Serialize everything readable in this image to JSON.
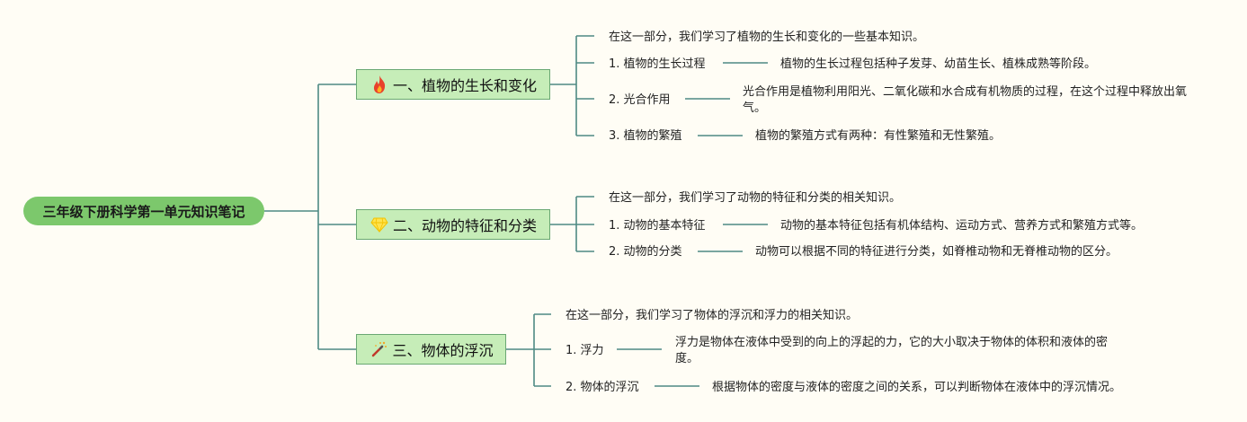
{
  "root": {
    "title": "三年级下册科学第一单元知识笔记"
  },
  "branches": [
    {
      "title": "一、植物的生长和变化",
      "icon": "fire-icon",
      "intro": "在这一部分，我们学习了植物的生长和变化的一些基本知识。",
      "items": [
        {
          "label": "1. 植物的生长过程",
          "desc": "植物的生长过程包括种子发芽、幼苗生长、植株成熟等阶段。"
        },
        {
          "label": "2. 光合作用",
          "desc": "光合作用是植物利用阳光、二氧化碳和水合成有机物质的过程，在这个过程中释放出氧气。"
        },
        {
          "label": "3. 植物的繁殖",
          "desc": "植物的繁殖方式有两种：有性繁殖和无性繁殖。"
        }
      ]
    },
    {
      "title": "二、动物的特征和分类",
      "icon": "diamond-icon",
      "intro": "在这一部分，我们学习了动物的特征和分类的相关知识。",
      "items": [
        {
          "label": "1. 动物的基本特征",
          "desc": "动物的基本特征包括有机体结构、运动方式、营养方式和繁殖方式等。"
        },
        {
          "label": "2. 动物的分类",
          "desc": "动物可以根据不同的特征进行分类，如脊椎动物和无脊椎动物的区分。"
        }
      ]
    },
    {
      "title": "三、物体的浮沉",
      "icon": "magic-wand-icon",
      "intro": "在这一部分，我们学习了物体的浮沉和浮力的相关知识。",
      "items": [
        {
          "label": "1. 浮力",
          "desc": "浮力是物体在液体中受到的向上的浮起的力，它的大小取决于物体的体积和液体的密度。"
        },
        {
          "label": "2. 物体的浮沉",
          "desc": "根据物体的密度与液体的密度之间的关系，可以判断物体在液体中的浮沉情况。"
        }
      ]
    }
  ],
  "colors": {
    "line": "#4e8a84",
    "root_fill": "#7cc86c",
    "branch_fill": "#c6edb8",
    "branch_border": "#6aa873",
    "background": "#fffdf5"
  }
}
